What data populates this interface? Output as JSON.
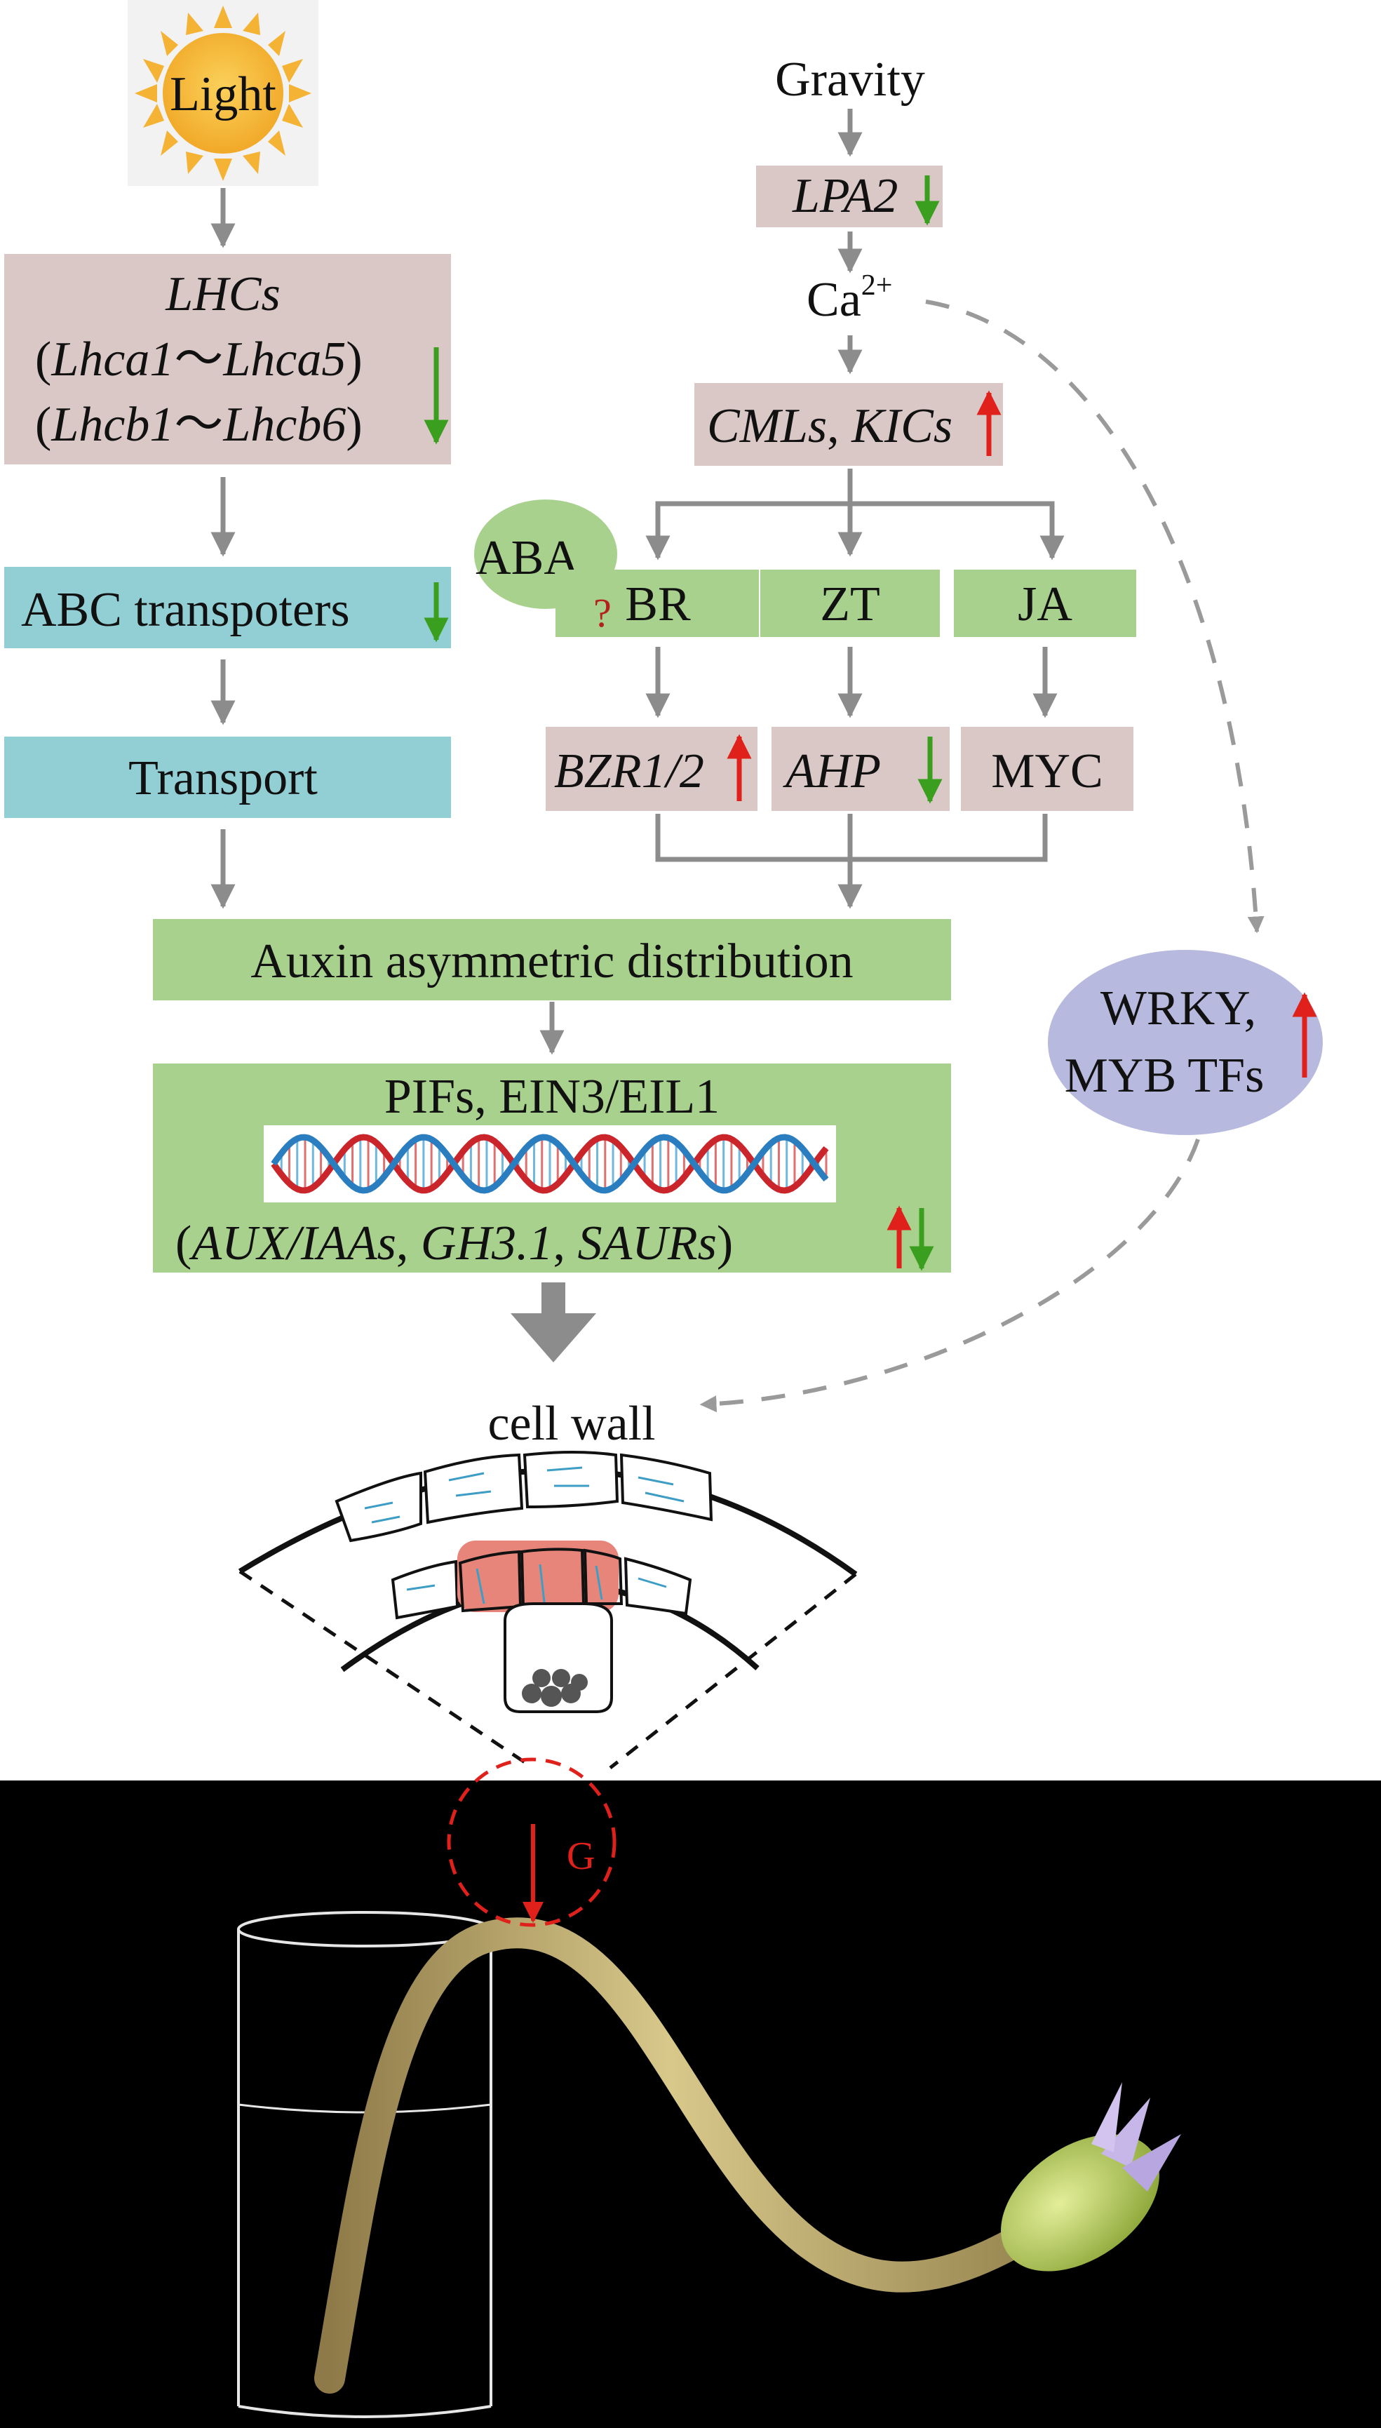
{
  "light": "Light",
  "gravity": "Gravity",
  "lhcs": {
    "line1": "LHCs",
    "line2_open": "(",
    "line2_gene": "Lhca1",
    "line2_tilde": "～",
    "line2_gene2": "Lhca5",
    "line2_close": ")",
    "line3_open": "(",
    "line3_gene": "Lhcb1",
    "line3_tilde": "～",
    "line3_gene2": "Lhcb6",
    "line3_close": ")"
  },
  "abc": "ABC transpoters",
  "transport": "Transport",
  "lpa2": "LPA2",
  "ca": {
    "base": "Ca",
    "sup": "2+"
  },
  "cmls": {
    "a": "CMLs",
    "sep": ", ",
    "b": "KICs"
  },
  "aba": "ABA",
  "question": "?",
  "br": "BR",
  "zt": "ZT",
  "ja": "JA",
  "bzr": "BZR1/2",
  "ahp": "AHP",
  "myc": "MYC",
  "auxin": "Auxin asymmetric distribution",
  "pifs": "PIFs, EIN3/EIL1",
  "aux_line": {
    "open": "(",
    "a": "AUX/IAAs",
    "sep1": ", ",
    "b": "GH3.1",
    "sep2": ", ",
    "c": "SAURs",
    "close": ")"
  },
  "wrky": {
    "line1": "WRKY,",
    "line2": "MYB TFs"
  },
  "cell_wall": "cell wall",
  "g_label": "G",
  "colors": {
    "box_pink": "#D9C8C6",
    "box_green": "#A9D18E",
    "box_teal": "#92CFD4",
    "ellipse_purple": "#B8B9DE",
    "arrow_gray": "#8C8C8C",
    "up_red": "#E0201B",
    "down_green": "#3A9E1F",
    "sun": "#F5B335",
    "highlight_red": "#E8857A",
    "g_red": "#E0201B"
  }
}
